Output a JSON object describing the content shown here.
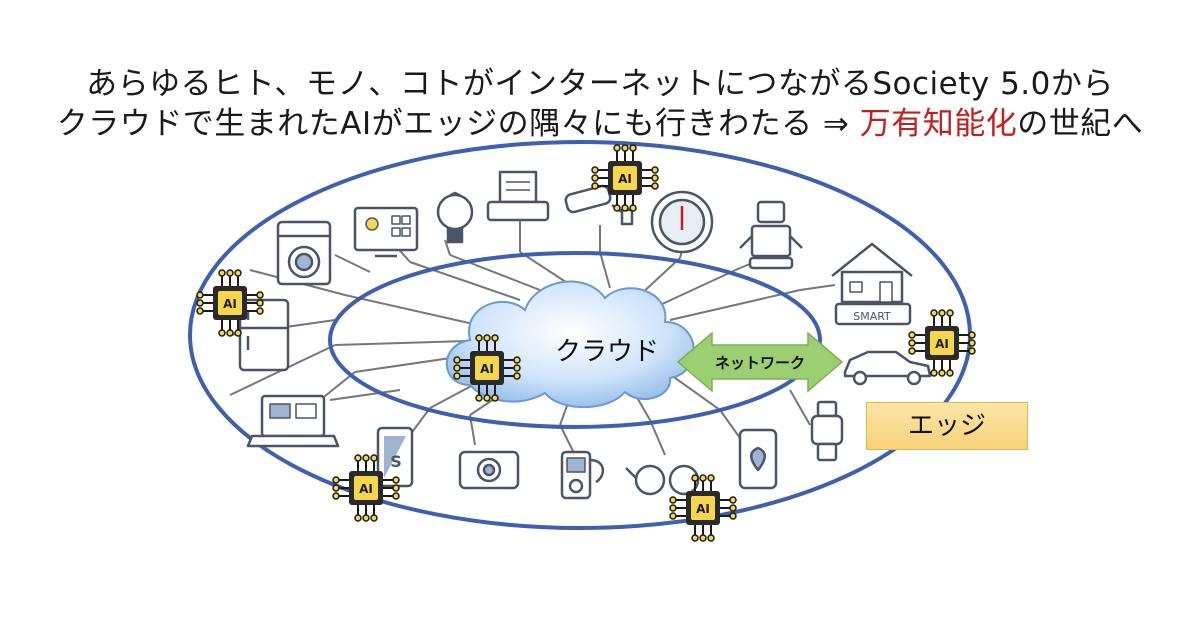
{
  "headline": {
    "line1": "あらゆるヒト、モノ、コトがインターネットにつながるSociety 5.0から",
    "line2_prefix": "クラウドで生まれたAIがエッジの隅々にも行きわたる ⇒ ",
    "line2_highlight": "万有知能化",
    "line2_suffix": "の世紀へ"
  },
  "cloud_label": "クラウド",
  "network_label": "ネットワーク",
  "edge_label": "エッジ",
  "chip_label": "AI",
  "smart_label": "SMART",
  "phone_letter": "S",
  "colors": {
    "ellipse": "#3f5fb0",
    "highlight": "#c0211f",
    "chip_fill": "#f6d64a",
    "arrow_fill": "#9ccf72"
  }
}
